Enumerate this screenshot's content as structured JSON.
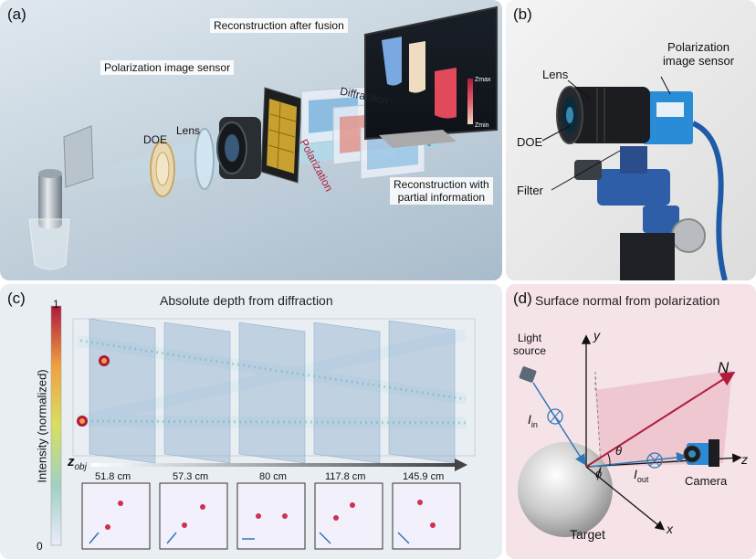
{
  "panel_a": {
    "label": "(a)",
    "labels": {
      "fusion": "Reconstruction after fusion",
      "sensor": "Polarization image sensor",
      "doe": "DOE",
      "lens": "Lens",
      "diffraction": "Diffraction",
      "polarization": "Polarization",
      "partial_line1": "Reconstruction with",
      "partial_line2": "partial information",
      "zmax": "Zmax",
      "zmin": "Zmin"
    }
  },
  "panel_b": {
    "label": "(b)",
    "labels": {
      "sensor_line1": "Polarization",
      "sensor_line2": "image sensor",
      "lens": "Lens",
      "doe": "DOE",
      "filter": "Filter"
    }
  },
  "panel_c": {
    "label": "(c)",
    "title": "Absolute depth from diffraction",
    "colorbar": {
      "label": "Intensity (normalized)",
      "max": "1",
      "min": "0"
    },
    "axis": {
      "main": "z",
      "sub": "obj"
    },
    "depths": [
      "51.8 cm",
      "57.3 cm",
      "80 cm",
      "117.8 cm",
      "145.9 cm"
    ]
  },
  "panel_d": {
    "label": "(d)",
    "title": "Surface normal from polarization",
    "labels": {
      "light_line1": "Light",
      "light_line2": "source",
      "iin_main": "I",
      "iin_sub": "in",
      "iout_main": "I",
      "iout_sub": "out",
      "target": "Target",
      "camera": "Camera",
      "y": "y",
      "z": "z",
      "x": "x",
      "n": "N",
      "theta": "θ",
      "phi": "ϕ"
    }
  },
  "colors": {
    "accent_red": "#b01c3c",
    "arrow_blue": "#2f78b8",
    "beam_cyan": "#7fd6f0"
  }
}
